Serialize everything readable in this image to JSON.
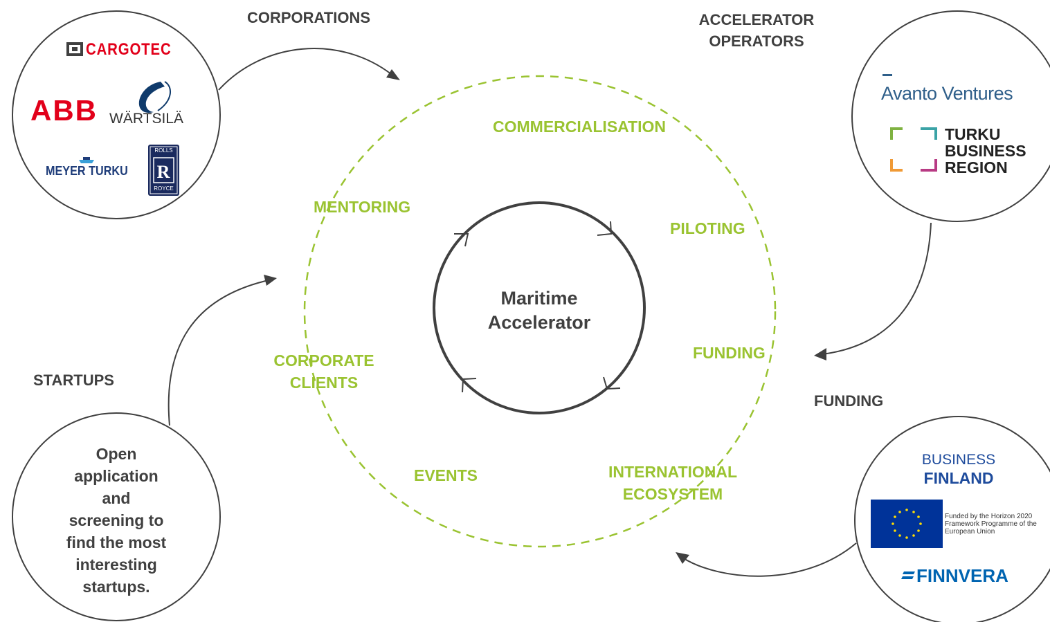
{
  "section_labels": {
    "corporations": "CORPORATIONS",
    "accelerator_operators_line1": "ACCELERATOR",
    "accelerator_operators_line2": "OPERATORS",
    "startups": "STARTUPS",
    "funding": "FUNDING"
  },
  "center": {
    "line1": "Maritime",
    "line2": "Accelerator"
  },
  "cycle_stages": {
    "commercialisation": "COMMERCIALISATION",
    "piloting": "PILOTING",
    "funding": "FUNDING",
    "international_line1": "INTERNATIONAL",
    "international_line2": "ECOSYSTEM",
    "events": "EVENTS",
    "corporate_line1": "CORPORATE",
    "corporate_line2": "CLIENTS",
    "mentoring": "MENTORING"
  },
  "startups_text": {
    "line1": "Open",
    "line2": "application",
    "line3": "and",
    "line4": "screening to",
    "line5": "find the most",
    "line6": "interesting",
    "line7": "startups."
  },
  "logos": {
    "cargotec": "CARGOTEC",
    "abb": "ABB",
    "wartsila": "WÄRTSILÄ",
    "meyer_turku": "MEYER TURKU",
    "rolls_royce_top": "ROLLS",
    "rolls_royce_bottom": "ROYCE",
    "avanto": "Avanto Ventures",
    "turku_line1": "TURKU",
    "turku_line2": "BUSINESS",
    "turku_line3": "REGION",
    "business_finland_line1": "BUSINESS",
    "business_finland_line2": "FINLAND",
    "eu_line1": "Funded by the Horizon 2020",
    "eu_line2": "Framework Programme of the",
    "eu_line3": "European Union",
    "finnvera": "FINNVERA"
  },
  "colors": {
    "dark_text": "#404040",
    "green_accent": "#9ac331",
    "circle_stroke": "#404040",
    "abb_red": "#e2001a",
    "cargotec_red": "#e2001a",
    "wartsila_blue": "#0f3a6b",
    "meyer_blue": "#1f3d7a",
    "rolls_royce_navy": "#1a2a5e",
    "business_finland_blue": "#1e4b9c",
    "eu_blue": "#003399",
    "eu_yellow": "#ffdd00",
    "finnvera_blue": "#0064b1",
    "turku_green": "#7fb241",
    "turku_teal": "#3ba3a6",
    "turku_orange": "#f09a36",
    "turku_magenta": "#b83b84"
  }
}
